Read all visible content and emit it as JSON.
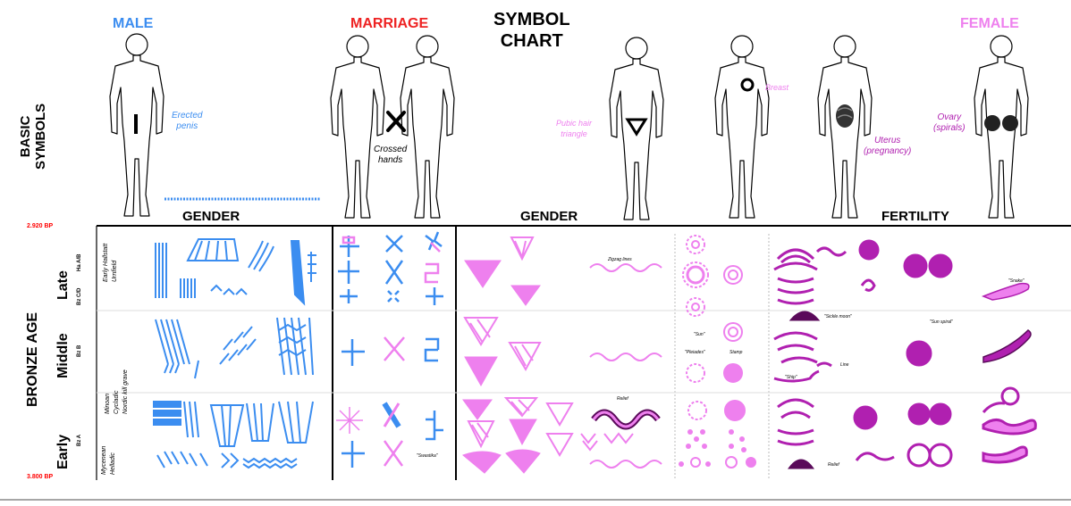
{
  "title": [
    "SYMBOL",
    "CHART"
  ],
  "categories": {
    "male": "MALE",
    "marriage": "MARRIAGE",
    "female": "FEMALE"
  },
  "colors": {
    "male": "#3b8df0",
    "marriage": "#ee2222",
    "female": "#ee80ee",
    "deep": "#b020b0",
    "dark": "#5a0a5a",
    "date": "#ff0000"
  },
  "row_header": [
    "BASIC",
    "SYMBOLS"
  ],
  "figure_labels": {
    "erected_penis": [
      "Erected",
      "penis"
    ],
    "crossed_hands": [
      "Crossed",
      "hands"
    ],
    "pubic_triangle": [
      "Pubic hair",
      "triangle"
    ],
    "breast": "Breast",
    "uterus": [
      "Uterus",
      "(pregnancy)"
    ],
    "ovary": [
      "Ovary",
      "(spirals)"
    ]
  },
  "section_headers": {
    "gender_left": "GENDER",
    "gender_right": "GENDER",
    "fertility": "FERTILITY"
  },
  "dates": {
    "top": "2.920 BP",
    "bottom": "3.800 BP"
  },
  "period_axis": "BRONZE AGE",
  "periods": [
    {
      "name": "Late",
      "sub": "Ha A/B",
      "sub2": "Bz C/D"
    },
    {
      "name": "Middle",
      "sub": "Bz B",
      "sub2": ""
    },
    {
      "name": "Early",
      "sub": "Bz A",
      "sub2": ""
    }
  ],
  "cultures": {
    "late": [
      "Early Hallstatt",
      "Urnfield"
    ],
    "middle": [
      "Minoan",
      "Cycladic",
      "Nordic kill grave"
    ],
    "early": [
      "Mycenean",
      "Helladic"
    ]
  },
  "annotations": {
    "zigzag": "Zigzag lines",
    "snake": "\"Snake\"",
    "sickle_moon": "\"Sickle moon\"",
    "sun_spiral": "\"Sun spiral\"",
    "sun": "\"Sun\"",
    "pleiades": "\"Pleiades\"",
    "stamp": "Stamp",
    "line": "Line",
    "ship": "\"Ship\"",
    "relief_top": "Relief",
    "relief_bottom": "Relief",
    "swastika": "\"Swastika\""
  }
}
